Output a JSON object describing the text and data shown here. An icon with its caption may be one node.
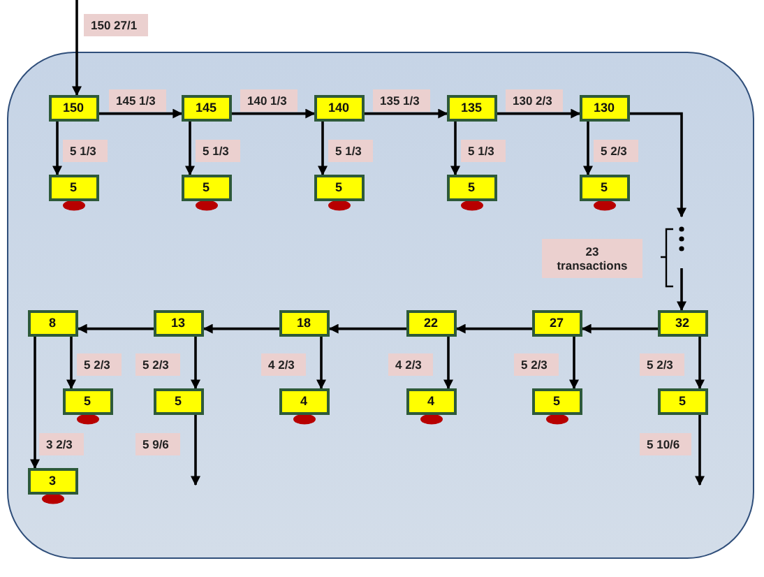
{
  "diagram": {
    "nodes": [
      {
        "text": [],
        "shape": "box"
      },
      {
        "text": [
          "150"
        ],
        "in": 0
      },
      {
        "text": [
          "145"
        ],
        "in": 0
      },
      {
        "text": [
          "140"
        ],
        "in": 0
      },
      {
        "text": [
          "135"
        ],
        "in": 0
      },
      {
        "text": [
          "130"
        ],
        "in": 0
      },
      {
        "text": [
          "5"
        ],
        "in": 0
      },
      {
        "text": [
          "5"
        ],
        "in": 0
      },
      {
        "text": [
          "5"
        ],
        "in": 0
      },
      {
        "text": [
          "5"
        ],
        "in": 0
      },
      {
        "text": [
          "5"
        ],
        "in": 0
      },
      {
        "text": [
          "8"
        ],
        "in": 0
      },
      {
        "text": [
          "13"
        ],
        "in": 0
      },
      {
        "text": [
          "18"
        ],
        "in": 0
      },
      {
        "text": [
          "22"
        ],
        "in": 0
      },
      {
        "text": [
          "27"
        ],
        "in": 0
      },
      {
        "text": [
          "32"
        ],
        "in": 0
      },
      {
        "text": [
          "5"
        ],
        "in": 0
      },
      {
        "text": [
          "5"
        ],
        "in": 0
      },
      {
        "text": [
          "4"
        ],
        "in": 0
      },
      {
        "text": [
          "4"
        ],
        "in": 0
      },
      {
        "text": [
          "5"
        ],
        "in": 0
      },
      {
        "text": [
          "5"
        ],
        "in": 0
      },
      {
        "text": [
          "3"
        ],
        "in": 0
      }
    ],
    "edges": [
      {
        "from": null,
        "to": 1,
        "arrow": "to",
        "label": "150 27/1"
      },
      {
        "from": 1,
        "to": 2,
        "arrow": "to",
        "label": "145 1/3"
      },
      {
        "from": 2,
        "to": 3,
        "arrow": "to",
        "label": "140 1/3"
      },
      {
        "from": 3,
        "to": 4,
        "arrow": "to",
        "label": "135 1/3"
      },
      {
        "from": 4,
        "to": 5,
        "arrow": "to",
        "label": "130 2/3"
      },
      {
        "from": 1,
        "to": 6,
        "arrow": "to",
        "label": "5 1/3"
      },
      {
        "from": 2,
        "to": 7,
        "arrow": "to",
        "label": "5 1/3"
      },
      {
        "from": 3,
        "to": 8,
        "arrow": "to",
        "label": "5 1/3"
      },
      {
        "from": 4,
        "to": 9,
        "arrow": "to",
        "label": "5 1/3"
      },
      {
        "from": 5,
        "to": 10,
        "arrow": "to",
        "label": "5 2/3"
      },
      {
        "from": 5,
        "to": null,
        "arrow": "to"
      },
      {
        "from": null,
        "to": 16,
        "arrow": "to"
      },
      {
        "from": 16,
        "to": 15,
        "arrow": "to"
      },
      {
        "from": 15,
        "to": 14,
        "arrow": "to"
      },
      {
        "from": 14,
        "to": 13,
        "arrow": "to"
      },
      {
        "from": 13,
        "to": 12,
        "arrow": "to"
      },
      {
        "from": 12,
        "to": 11,
        "arrow": "to"
      },
      {
        "from": 16,
        "to": 22,
        "arrow": "to",
        "label": "5 2/3"
      },
      {
        "from": 15,
        "to": 21,
        "arrow": "to",
        "label": "5 2/3"
      },
      {
        "from": 14,
        "to": 20,
        "arrow": "to",
        "label": "4 2/3"
      },
      {
        "from": 13,
        "to": 19,
        "arrow": "to",
        "label": "4 2/3"
      },
      {
        "from": 12,
        "to": 18,
        "arrow": "to",
        "label": "5 2/3"
      },
      {
        "from": 11,
        "to": 17,
        "arrow": "to",
        "label": "5 2/3"
      },
      {
        "from": 11,
        "to": 23,
        "arrow": "to",
        "label": "3 2/3"
      },
      {
        "from": 18,
        "to": null,
        "arrow": "to",
        "label": "5 9/6"
      },
      {
        "from": 22,
        "to": null,
        "arrow": "to",
        "label": "5 10/6"
      }
    ],
    "labels": [
      "23 transactions"
    ]
  }
}
